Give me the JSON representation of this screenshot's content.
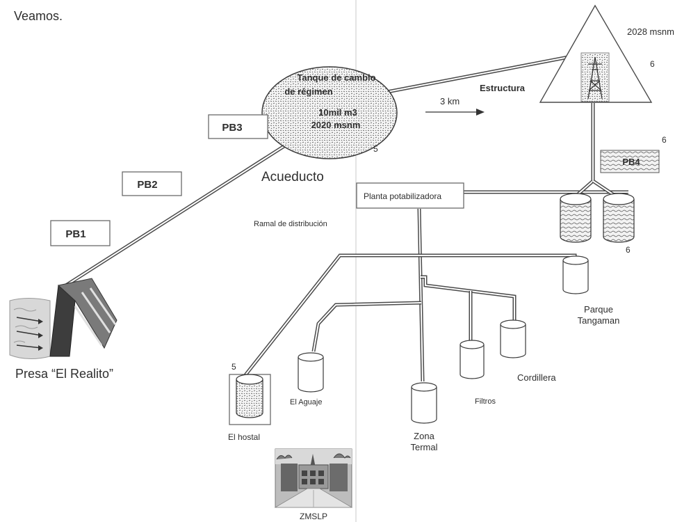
{
  "header": {
    "text": "Veamos."
  },
  "tank_top": {
    "line1": "Tanque de cambio",
    "line2": "de régimen",
    "line3": "10mil m3",
    "line4": "2020 msnm",
    "number": "5"
  },
  "pumps": {
    "pb1": "PB1",
    "pb2": "PB2",
    "pb3": "PB3",
    "pb4": "PB4"
  },
  "labels": {
    "acueducto": "Acueducto",
    "distance": "3 km",
    "estructura": "Estructura",
    "altitude": "2028 msnm",
    "six_a": "6",
    "six_b": "6",
    "six_c": "6",
    "planta": "Planta potabilizadora",
    "ramal": "Ramal de distribución",
    "presa": "Presa “El Realito”",
    "five_hostal": "5",
    "hostal": "El hostal",
    "aguaje": "El Aguaje",
    "zona_1": "Zona",
    "zona_2": "Termal",
    "filtros": "Filtros",
    "cordillera": "Cordillera",
    "parque_1": "Parque",
    "parque_2": "Tangaman",
    "zmslp": "ZMSLP"
  }
}
